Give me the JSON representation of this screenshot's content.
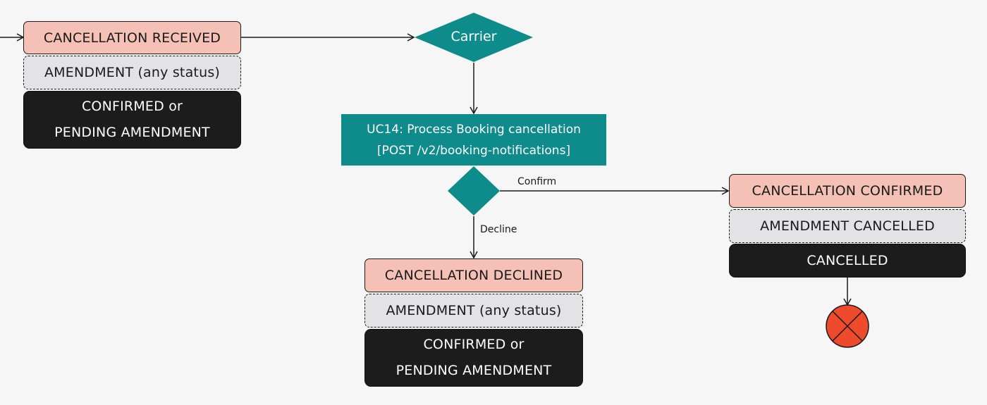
{
  "colors": {
    "background": "#f6f6f6",
    "state_pink": "#f5c0b5",
    "state_grey": "#e3e3e5",
    "state_black": "#1c1c1c",
    "teal": "#0e8c8c",
    "end_node": "#ee4a2c"
  },
  "nodes": {
    "received": {
      "cancellation": "CANCELLATION RECEIVED",
      "amendment": "AMENDMENT (any status)",
      "booking_line1": "CONFIRMED or",
      "booking_line2": "PENDING AMENDMENT"
    },
    "carrier_decision": {
      "label": "Carrier"
    },
    "process": {
      "line1": "UC14: Process Booking cancellation",
      "line2": "[POST /v2/booking-notifications]"
    },
    "choice": {
      "confirm_label": "Confirm",
      "decline_label": "Decline"
    },
    "confirmed": {
      "cancellation": "CANCELLATION CONFIRMED",
      "amendment": "AMENDMENT CANCELLED",
      "booking": "CANCELLED"
    },
    "declined": {
      "cancellation": "CANCELLATION DECLINED",
      "amendment": "AMENDMENT (any status)",
      "booking_line1": "CONFIRMED or",
      "booking_line2": "PENDING AMENDMENT"
    },
    "end": {
      "icon": "final-state-icon"
    }
  }
}
